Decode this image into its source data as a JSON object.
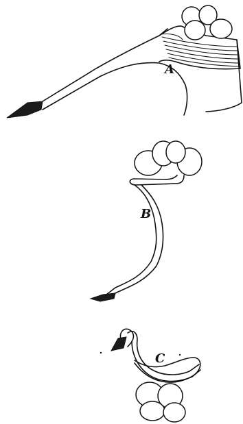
{
  "figure": {
    "labels": {
      "a": "A",
      "b": "B",
      "c": "C"
    },
    "colors": {
      "ink": "#111111",
      "paper": "#ffffff"
    }
  }
}
